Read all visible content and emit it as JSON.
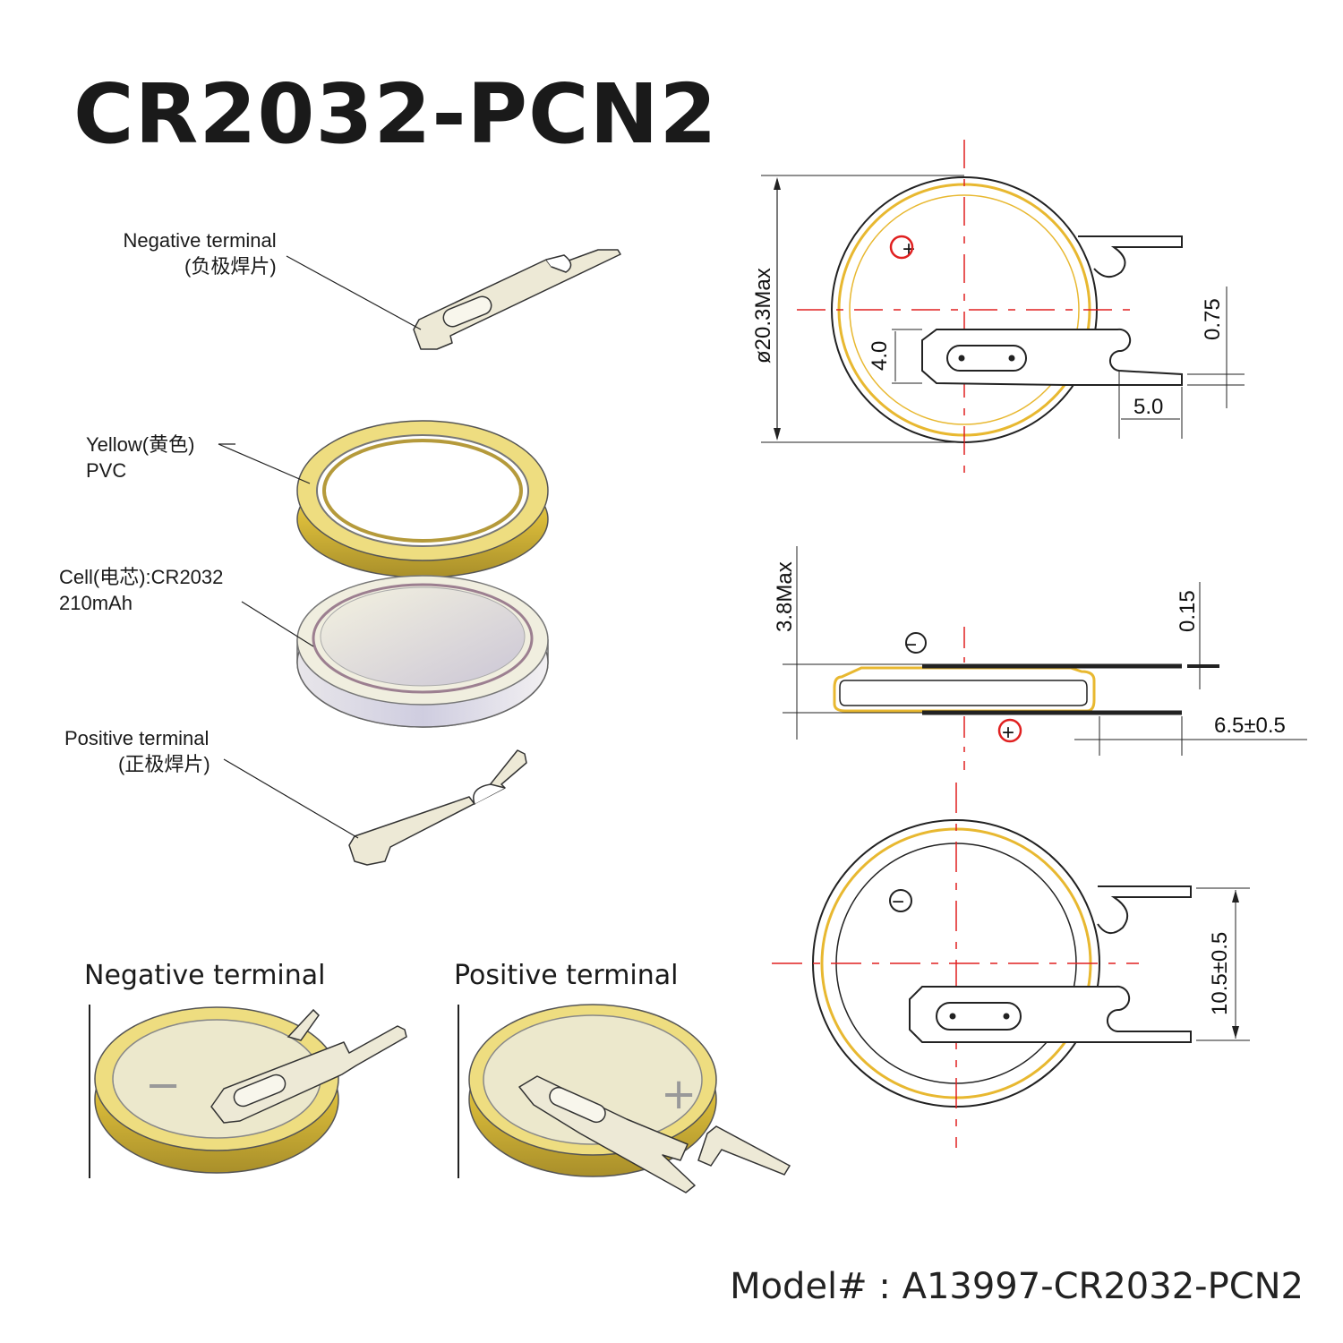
{
  "title": "CR2032-PCN2",
  "model": "Model# : A13997-CR2032-PCN2",
  "exploded": {
    "negative_terminal": {
      "line1": "Negative terminal",
      "line2": "(负极焊片)"
    },
    "ring": {
      "line1": "Yellow(黄色)",
      "line2": "PVC"
    },
    "cell": {
      "line1": "Cell(电芯):CR2032",
      "line2": "210mAh"
    },
    "positive_terminal": {
      "line1": "Positive terminal",
      "line2": "(正极焊片)"
    }
  },
  "views": {
    "negative": {
      "label": "Negative terminal",
      "sign": "−"
    },
    "positive": {
      "label": "Positive terminal",
      "sign": "+"
    }
  },
  "dimensions": {
    "diameter": "ø20.3Max",
    "tab_width": "4.0",
    "tab_thickness": "0.75",
    "tab_length": "5.0",
    "height": "3.8Max",
    "foil_thickness": "0.15",
    "lead_length": "6.5±0.5",
    "pin_spacing": "10.5±0.5"
  },
  "polarity": {
    "plus": "+",
    "minus": "−"
  },
  "colors": {
    "center_line": "#e02020",
    "ring": "#e8b830",
    "cell_face": "#ece8cc",
    "tab": "#ece8d2"
  }
}
